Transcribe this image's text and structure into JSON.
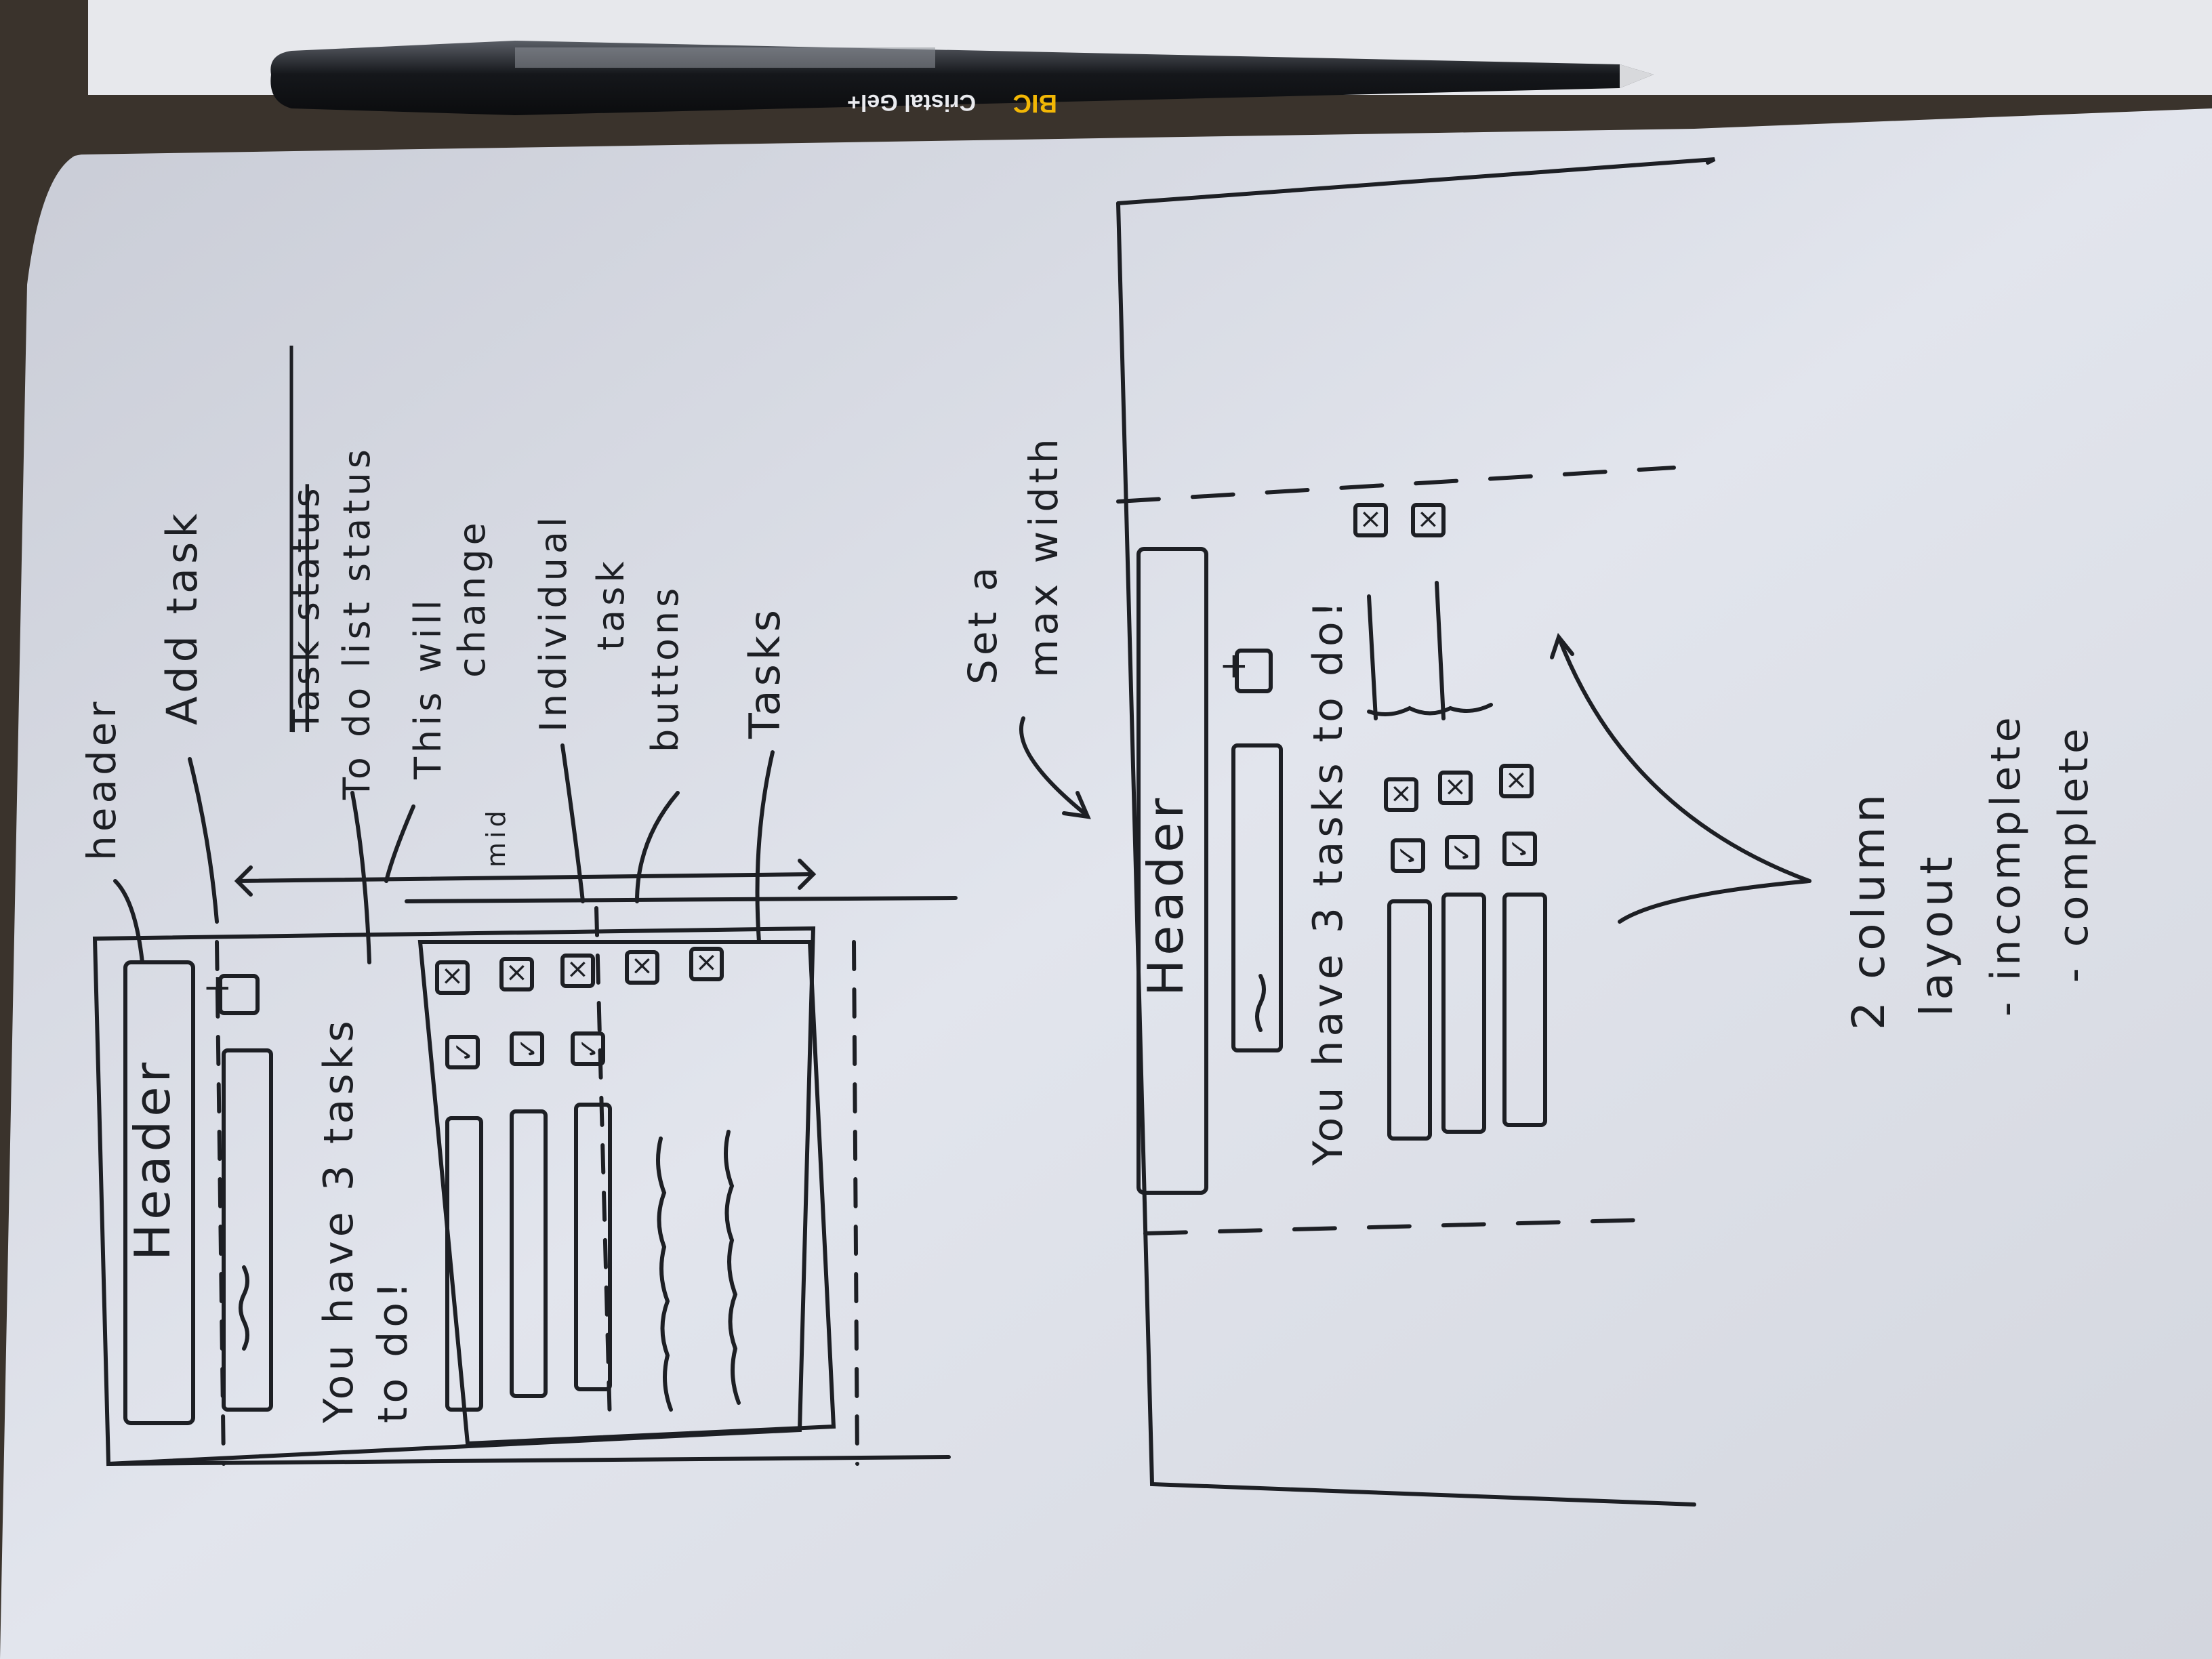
{
  "pen": {
    "brand": "BIC",
    "model": "Cristal Gel+",
    "colors": {
      "body": "#1b1d22",
      "barrel": "#2e3136",
      "logo": "#f2b705"
    }
  },
  "sketch_mobile": {
    "header_label": "Header",
    "add_glyph": "+",
    "status_text_line1": "You have 3 tasks",
    "status_text_line2": "to do!",
    "check_glyph": "✓",
    "delete_glyph": "×"
  },
  "annotations_mobile": {
    "header": "header",
    "add_task": "Add task",
    "struck_text": "Task status",
    "todo_status": "To do list status",
    "will_change_line1": "This will",
    "will_change_line2": "change",
    "mid": "mid",
    "individual_line1": "Individual",
    "individual_line2": "task",
    "individual_line3": "buttons",
    "tasks": "Tasks"
  },
  "sketch_desktop": {
    "header_label": "Header",
    "add_glyph": "+",
    "status_text": "You have 3 tasks to do!",
    "check_glyph": "✓",
    "delete_glyph": "×"
  },
  "annotations_desktop": {
    "max_width_line1": "Set a",
    "max_width_line2": "max width",
    "layout_line1": "2 column",
    "layout_line2": "layout",
    "layout_line3": "- incomplete",
    "layout_line4": "- complete"
  },
  "colors": {
    "paper": "#dfe2ea",
    "ink": "#1d1f24",
    "table": "#3a332c"
  }
}
